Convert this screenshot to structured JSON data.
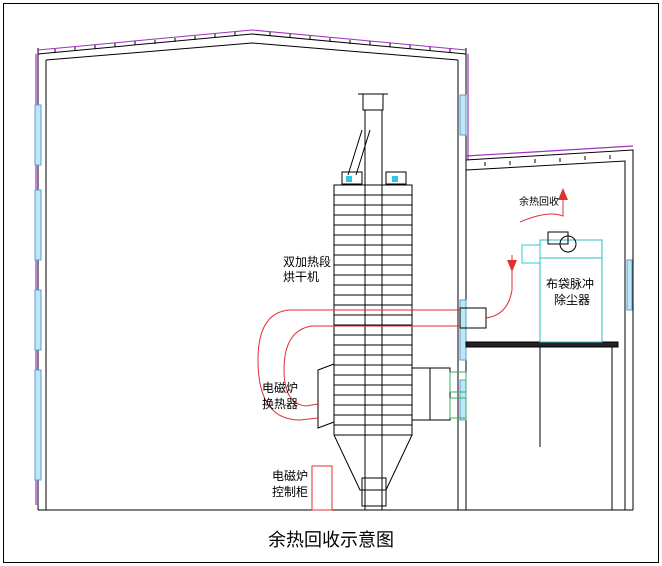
{
  "diagram": {
    "caption": "余热回收示意图",
    "labels": {
      "dryer_line1": "双加热段",
      "dryer_line2": "烘干机",
      "heat_exchanger_line1": "电磁炉",
      "heat_exchanger_line2": "换热器",
      "control_cabinet_line1": "电磁炉",
      "control_cabinet_line2": "控制柜",
      "dust_collector_line1": "布袋脉冲",
      "dust_collector_line2": "除尘器",
      "heat_recovery": "余热回收"
    },
    "colors": {
      "line": "#000000",
      "hot_air": "#e03030",
      "roof_purple": "#a030c0",
      "steel_blue": "#5aa0d0",
      "cyan": "#30c8d8",
      "green": "#30b060"
    }
  }
}
